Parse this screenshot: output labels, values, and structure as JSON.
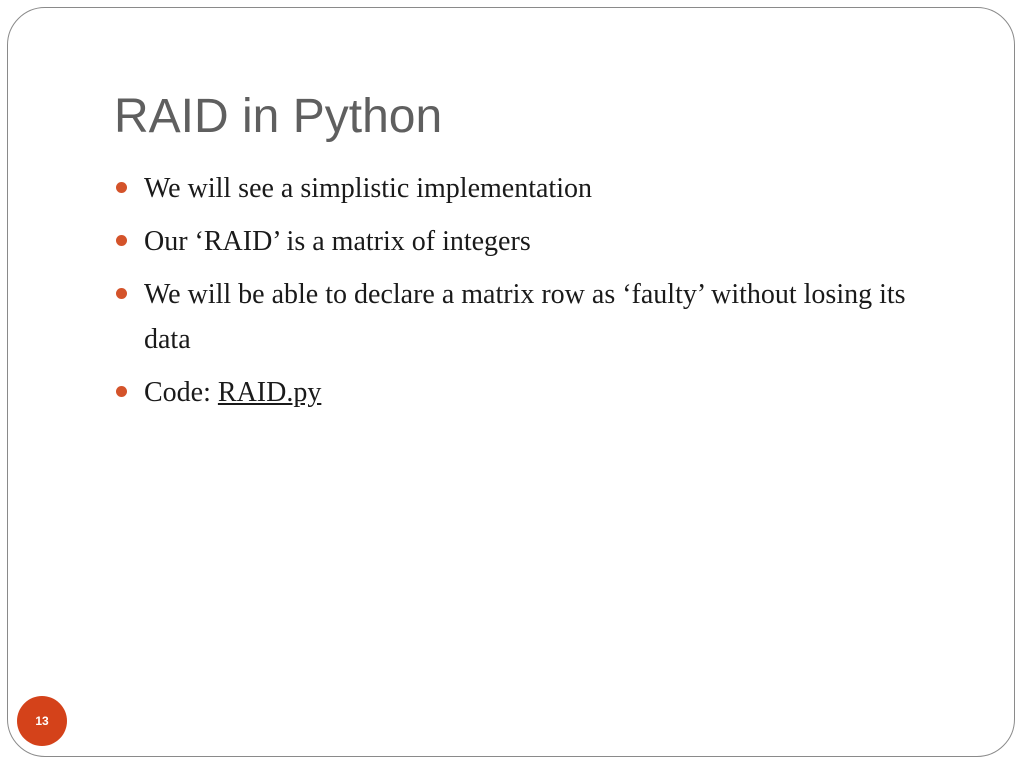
{
  "slide": {
    "title": "RAID in Python",
    "bullets": [
      "We will see a simplistic implementation",
      "Our ‘RAID’ is a matrix of integers",
      "We will be able to declare a matrix row as ‘faulty’ without losing its data"
    ],
    "code_bullet": {
      "prefix": "Code: ",
      "link": "RAID.py"
    },
    "page_number": "13"
  },
  "colors": {
    "accent": "#d4532a",
    "title": "#5f5f5f",
    "badge": "#d4421a"
  }
}
